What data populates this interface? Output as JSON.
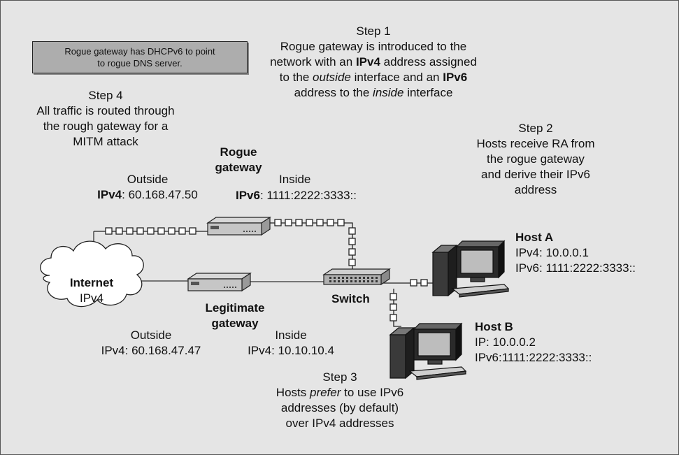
{
  "callout": {
    "line1": "Rogue gateway has DHCPv6 to point",
    "line2": "to rogue DNS server."
  },
  "step1": {
    "title": "Step 1",
    "line1": "Rogue gateway is introduced to the",
    "line2_a": "network with an ",
    "line2_b": "IPv4",
    "line2_c": " address assigned",
    "line3_a": "to the ",
    "line3_b": "outside",
    "line3_c": " interface and an ",
    "line3_d": "IPv6",
    "line4_a": "address to the ",
    "line4_b": "inside",
    "line4_c": " interface"
  },
  "step2": {
    "title": "Step 2",
    "line1": "Hosts receive RA from",
    "line2": "the rogue gateway",
    "line3": "and derive their IPv6",
    "line4": "address"
  },
  "step3": {
    "title": "Step 3",
    "line1_a": "Hosts ",
    "line1_b": "prefer",
    "line1_c": " to use IPv6",
    "line2": "addresses (by default)",
    "line3": "over IPv4 addresses"
  },
  "step4": {
    "title": "Step 4",
    "line1": "All traffic is routed through",
    "line2": "the rough gateway for a",
    "line3": "MITM attack"
  },
  "rogue": {
    "name1": "Rogue",
    "name2": "gateway",
    "outside_label": "Outside",
    "outside_proto": "IPv4",
    "outside_addr": ": 60.168.47.50",
    "inside_label": "Inside",
    "inside_proto": "IPv6",
    "inside_addr": ": 1111:2222:3333::"
  },
  "legit": {
    "name1": "Legitimate",
    "name2": "gateway",
    "outside_label": "Outside",
    "outside_addr": "IPv4: 60.168.47.47",
    "inside_label": "Inside",
    "inside_addr": "IPv4: 10.10.10.4"
  },
  "internet": {
    "name": "Internet",
    "proto": "IPv4"
  },
  "switch": {
    "name": "Switch"
  },
  "hostA": {
    "name": "Host A",
    "ipv4": "IPv4: 10.0.0.1",
    "ipv6": "IPv6: 1111:2222:3333::"
  },
  "hostB": {
    "name": "Host B",
    "ip": "IP: 10.0.0.2",
    "ipv6": "IPv6:1111:2222:3333::"
  },
  "colors": {
    "background": "#e5e5e5",
    "callout": "#adadad",
    "device": "#c8c8c8"
  }
}
